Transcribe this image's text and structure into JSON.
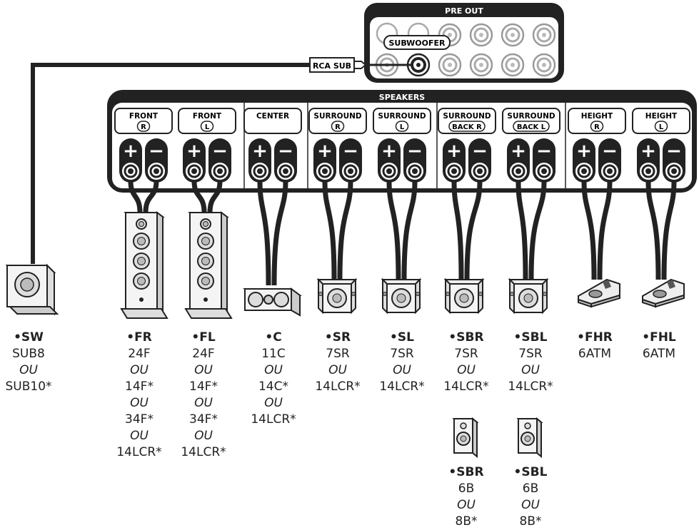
{
  "pre_out": {
    "title": "PRE OUT",
    "subwoofer_label": "SUBWOOFER",
    "rca_label": "RCA SUB"
  },
  "speakers_panel": {
    "title": "SPEAKERS",
    "groups": [
      {
        "line1": "FRONT",
        "line2": "R"
      },
      {
        "line1": "FRONT",
        "line2": "L"
      },
      {
        "line1": "CENTER",
        "line2": ""
      },
      {
        "line1": "SURROUND",
        "line2": "R"
      },
      {
        "line1": "SURROUND",
        "line2": "L"
      },
      {
        "line1": "SURROUND",
        "line2": "BACK R"
      },
      {
        "line1": "SURROUND",
        "line2": "BACK L"
      },
      {
        "line1": "HEIGHT",
        "line2": "R"
      },
      {
        "line1": "HEIGHT",
        "line2": "L"
      }
    ],
    "plus": "+",
    "minus": "−"
  },
  "labels": [
    {
      "name": "•SW",
      "lines": [
        "SUB8",
        "OU",
        "SUB10*"
      ]
    },
    {
      "name": "•FR",
      "lines": [
        "24F",
        "OU",
        "14F*",
        "OU",
        "34F*",
        "OU",
        "14LCR*"
      ]
    },
    {
      "name": "•FL",
      "lines": [
        "24F",
        "OU",
        "14F*",
        "OU",
        "34F*",
        "OU",
        "14LCR*"
      ]
    },
    {
      "name": "•C",
      "lines": [
        "11C",
        "OU",
        "14C*",
        "OU",
        "14LCR*"
      ]
    },
    {
      "name": "•SR",
      "lines": [
        "7SR",
        "OU",
        "14LCR*"
      ]
    },
    {
      "name": "•SL",
      "lines": [
        "7SR",
        "OU",
        "14LCR*"
      ]
    },
    {
      "name": "•SBR",
      "lines": [
        "7SR",
        "OU",
        "14LCR*"
      ]
    },
    {
      "name": "•SBL",
      "lines": [
        "7SR",
        "OU",
        "14LCR*"
      ]
    },
    {
      "name": "•FHR",
      "lines": [
        "6ATM"
      ]
    },
    {
      "name": "•FHL",
      "lines": [
        "6ATM"
      ]
    },
    {
      "name": "•SBR",
      "lines": [
        "6B",
        "OU",
        "8B*"
      ]
    },
    {
      "name": "•SBL",
      "lines": [
        "6B",
        "OU",
        "8B*"
      ]
    }
  ]
}
